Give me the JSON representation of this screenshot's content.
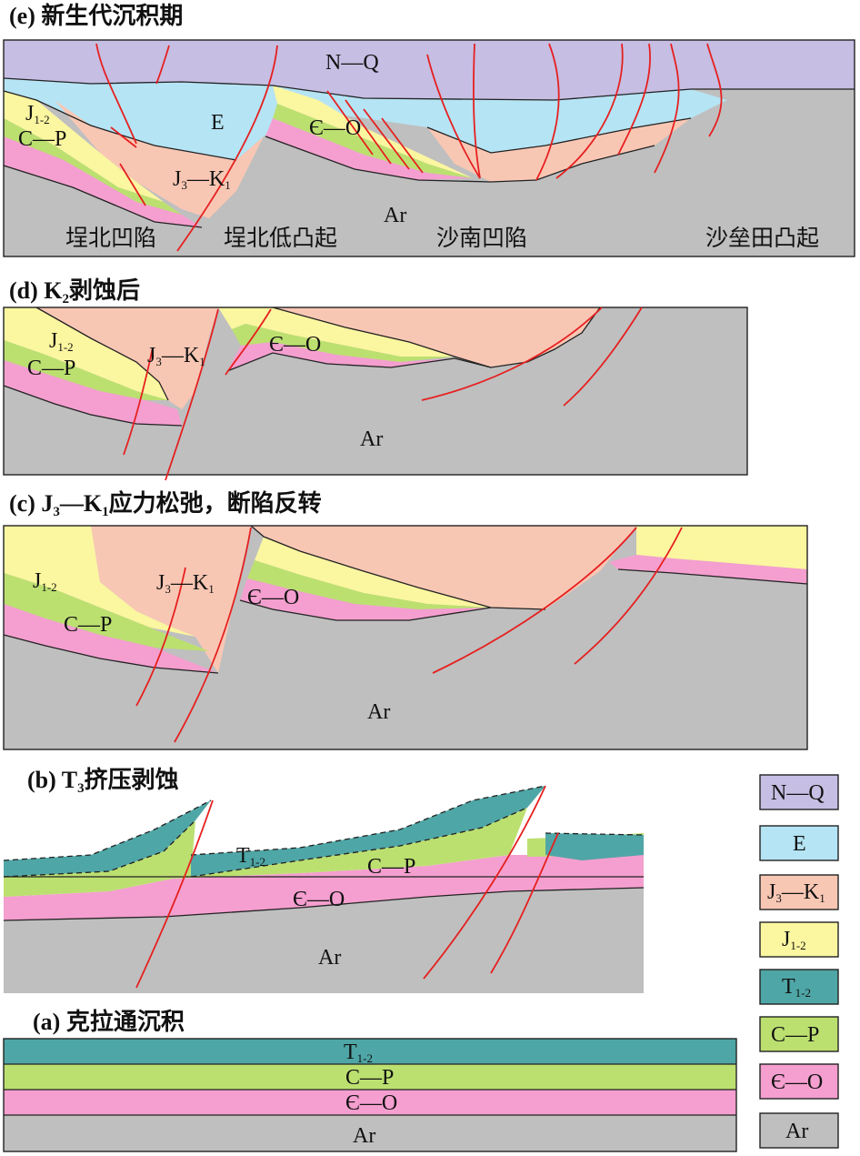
{
  "colors": {
    "NQ": "#c6bee3",
    "E": "#b5e4f4",
    "JK": "#f8c7b4",
    "J12": "#fbf6a0",
    "T12": "#4fa6a6",
    "CP": "#bce070",
    "EO": "#f49fcf",
    "Ar": "#bfbfbf",
    "fault": "#e62020"
  },
  "panels": {
    "e": {
      "title": "(e) 新生代沉积期",
      "units": {
        "NQ": "N—Q",
        "E": "E",
        "J12": "J",
        "J12_sub": "1-2",
        "CP": "C—P",
        "JK_a": "J",
        "JK_a_sub": "3",
        "JK_b": "—K",
        "JK_b_sub": "1",
        "EO": "Є—O",
        "Ar": "Ar"
      },
      "places": {
        "p1": "埕北凹陷",
        "p2": "埕北低凸起",
        "p3": "沙南凹陷",
        "p4": "沙垒田凸起"
      }
    },
    "d": {
      "title_a": "(d) K",
      "title_sub": "2",
      "title_b": "剥蚀后",
      "units": {
        "J12": "J",
        "J12_sub": "1-2",
        "CP": "C—P",
        "JK_a": "J",
        "JK_a_sub": "3",
        "JK_b": "—K",
        "JK_b_sub": "1",
        "EO": "Є—O",
        "Ar": "Ar"
      }
    },
    "c": {
      "title_a": "(c) J",
      "title_sub1": "3",
      "title_b": "—K",
      "title_sub2": "1",
      "title_c": "应力松弛，断陷反转",
      "units": {
        "J12": "J",
        "J12_sub": "1-2",
        "CP": "C—P",
        "JK_a": "J",
        "JK_a_sub": "3",
        "JK_b": "—K",
        "JK_b_sub": "1",
        "EO": "Є—O",
        "Ar": "Ar"
      }
    },
    "b": {
      "title_a": "(b) T",
      "title_sub": "3",
      "title_b": "挤压剥蚀",
      "units": {
        "T12": "T",
        "T12_sub": "1-2",
        "CP": "C—P",
        "EO": "Є—O",
        "Ar": "Ar"
      }
    },
    "a": {
      "title": "(a) 克拉通沉积",
      "units": {
        "T12": "T",
        "T12_sub": "1-2",
        "CP": "C—P",
        "EO": "Є—O",
        "Ar": "Ar"
      }
    }
  },
  "legend": [
    {
      "key": "NQ",
      "label": "N—Q",
      "sub": "",
      "label2": "",
      "sub2": ""
    },
    {
      "key": "E",
      "label": "E",
      "sub": "",
      "label2": "",
      "sub2": ""
    },
    {
      "key": "JK",
      "label": "J",
      "sub": "3",
      "label2": "—K",
      "sub2": "1"
    },
    {
      "key": "J12",
      "label": "J",
      "sub": "1-2",
      "label2": "",
      "sub2": ""
    },
    {
      "key": "T12",
      "label": "T",
      "sub": "1-2",
      "label2": "",
      "sub2": ""
    },
    {
      "key": "CP",
      "label": "C—P",
      "sub": "",
      "label2": "",
      "sub2": ""
    },
    {
      "key": "EO",
      "label": "Є—O",
      "sub": "",
      "label2": "",
      "sub2": ""
    },
    {
      "key": "Ar",
      "label": "Ar",
      "sub": "",
      "label2": "",
      "sub2": ""
    }
  ]
}
